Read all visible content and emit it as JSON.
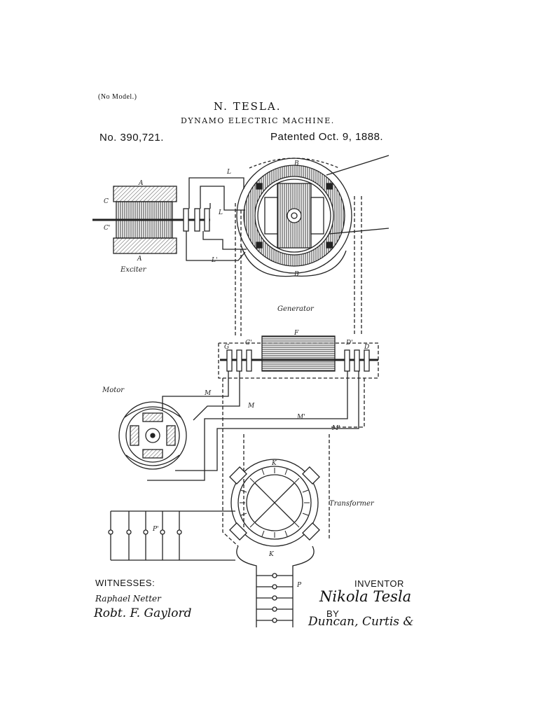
{
  "header": {
    "no_model": "(No Model.)",
    "inventor_name": "N. TESLA.",
    "title": "DYNAMO ELECTRIC MACHINE.",
    "patent_number": "No. 390,721.",
    "patent_date": "Patented Oct. 9, 1888."
  },
  "labels": {
    "exciter": "Exciter",
    "generator": "Generator",
    "motor": "Motor",
    "transformer": "Transformer",
    "A": "A",
    "A2": "A",
    "B": "B",
    "B2": "B",
    "C": "C",
    "C2": "C'",
    "F": "F",
    "G": "G",
    "G2": "G'",
    "D": "D",
    "D2": "D'",
    "L": "L",
    "L2": "L",
    "L3": "L'",
    "M": "M",
    "M2": "M",
    "M3": "M'",
    "M4": "M'",
    "P": "P",
    "P2": "P'",
    "K": "K",
    "K2": "K"
  },
  "footer": {
    "witnesses_label": "WITNESSES:",
    "witness_1": "Raphael Netter",
    "witness_2": "Robt. F. Gaylord",
    "inventor_label": "INVENTOR",
    "inventor_signature": "Nikola Tesla",
    "by_label": "BY",
    "attorneys_signature": "Duncan, Curtis &"
  }
}
